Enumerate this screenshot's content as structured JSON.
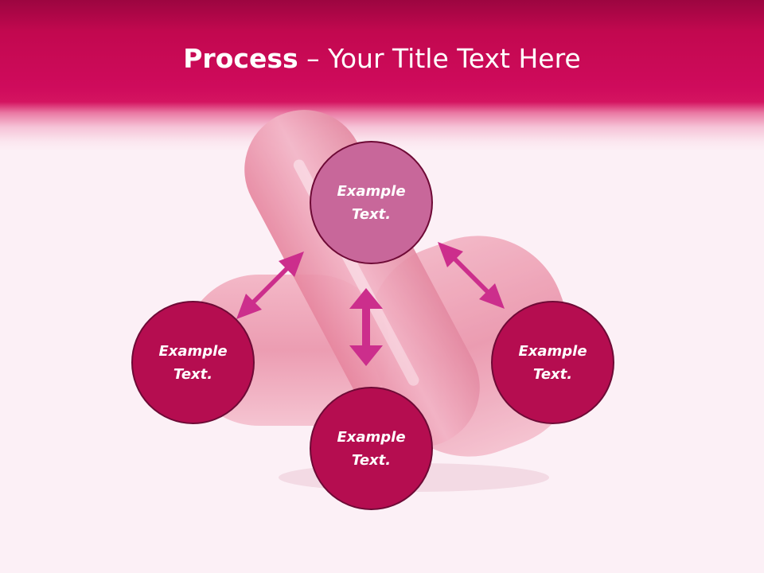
{
  "slide": {
    "title_bold": "Process",
    "title_rest": " – Your Title Text Here"
  },
  "nodes": {
    "top": "Example\nText.",
    "left": "Example\nText.",
    "right": "Example\nText.",
    "bottom": "Example\nText."
  },
  "colors": {
    "header": "#cf0b5c",
    "accent_arrow": "#cc2e8c",
    "node_fill": "#b50d50",
    "node_highlight_fill": "#c8679a",
    "node_border": "#6e0a36",
    "background": "#fcf0f6"
  }
}
